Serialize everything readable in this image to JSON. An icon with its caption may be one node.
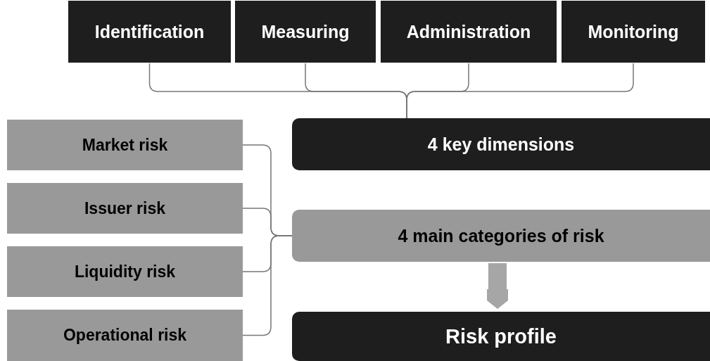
{
  "diagram": {
    "nodes": [
      {
        "text": [
          "Identification"
        ]
      },
      {
        "text": [
          "Measuring"
        ]
      },
      {
        "text": [
          "Administration"
        ]
      },
      {
        "text": [
          "Monitoring"
        ]
      },
      {
        "text": [
          "4 key dimensions"
        ]
      },
      {
        "text": [
          "Market risk"
        ]
      },
      {
        "text": [
          "Issuer risk"
        ]
      },
      {
        "text": [
          "Liquidity risk"
        ]
      },
      {
        "text": [
          "Operational risk"
        ]
      },
      {
        "text": [
          "4 main categories of risk"
        ]
      },
      {
        "text": [
          "Risk profile"
        ]
      }
    ],
    "edges": [
      {
        "from": 0,
        "to": 4,
        "arrow": "none"
      },
      {
        "from": 1,
        "to": 4,
        "arrow": "none"
      },
      {
        "from": 2,
        "to": 4,
        "arrow": "none"
      },
      {
        "from": 3,
        "to": 4,
        "arrow": "none"
      },
      {
        "from": 5,
        "to": 9,
        "arrow": "none"
      },
      {
        "from": 6,
        "to": 9,
        "arrow": "none"
      },
      {
        "from": 7,
        "to": 9,
        "arrow": "none"
      },
      {
        "from": 8,
        "to": 9,
        "arrow": "none"
      },
      {
        "from": 9,
        "to": 10,
        "arrow": "to",
        "style": "thick",
        "color": "#a6a6a6"
      }
    ]
  }
}
